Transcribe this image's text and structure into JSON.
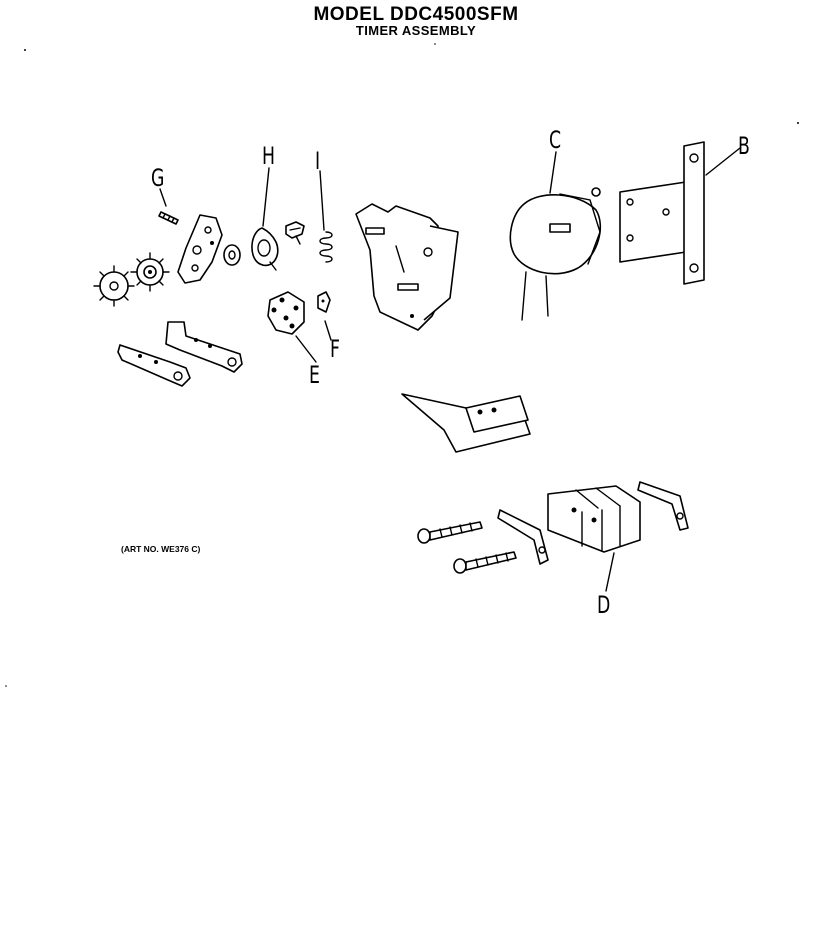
{
  "header": {
    "model_title": "MODEL DDC4500SFM",
    "subtitle": "TIMER ASSEMBLY"
  },
  "art_number": "(ART NO. WE376 C)",
  "part_labels": {
    "b": "B",
    "c": "C",
    "d": "D",
    "e": "E",
    "f": "F",
    "g": "G",
    "h": "H",
    "i": "I"
  }
}
